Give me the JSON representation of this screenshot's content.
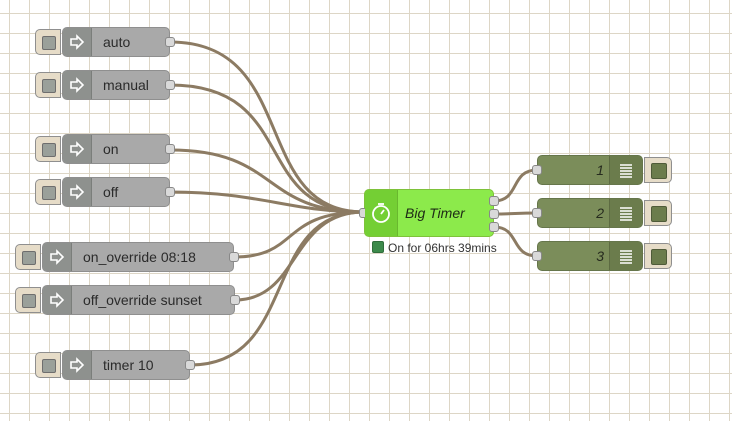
{
  "inject_nodes": [
    {
      "id": "auto",
      "label": "auto"
    },
    {
      "id": "manual",
      "label": "manual"
    },
    {
      "id": "on",
      "label": "on"
    },
    {
      "id": "off",
      "label": "off"
    },
    {
      "id": "on-override",
      "label": "on_override 08:18"
    },
    {
      "id": "off-override",
      "label": "off_override sunset"
    },
    {
      "id": "timer",
      "label": "timer 10"
    }
  ],
  "big_timer": {
    "label": "Big Timer",
    "status_text": "On for 06hrs 39mins",
    "status_color": "#3c8a4b"
  },
  "debug_nodes": [
    {
      "id": "1",
      "label": "1"
    },
    {
      "id": "2",
      "label": "2"
    },
    {
      "id": "3",
      "label": "3"
    }
  ],
  "colors": {
    "wire": "#8c7b63",
    "inject": "#a9a9a9",
    "timer": "#8cea4b",
    "debug": "#7b8d5a"
  },
  "icons": {
    "inject": "arrow-in-icon",
    "timer": "timer-icon",
    "debug": "list-icon"
  }
}
